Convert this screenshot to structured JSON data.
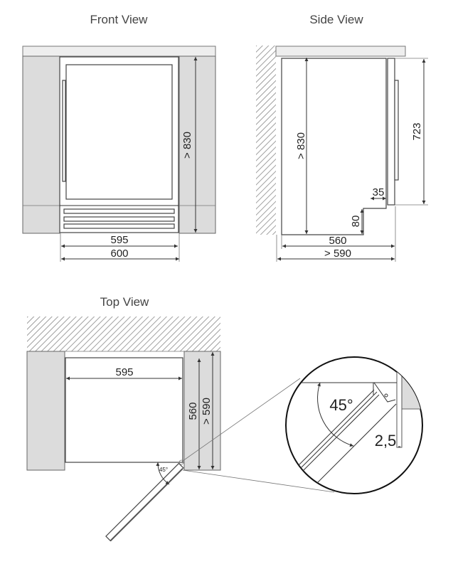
{
  "front_view": {
    "title": "Front View",
    "height": "> 830",
    "inner_width": "595",
    "outer_width": "600"
  },
  "side_view": {
    "title": "Side View",
    "height": "> 830",
    "door_height": "723",
    "step_depth": "35",
    "step_height": "80",
    "depth": "560",
    "min_depth": "> 590"
  },
  "top_view": {
    "title": "Top View",
    "width": "595",
    "depth": "560",
    "min_depth": "> 590",
    "angle_small": "45°"
  },
  "detail": {
    "angle": "45°",
    "gap": "2,5"
  }
}
